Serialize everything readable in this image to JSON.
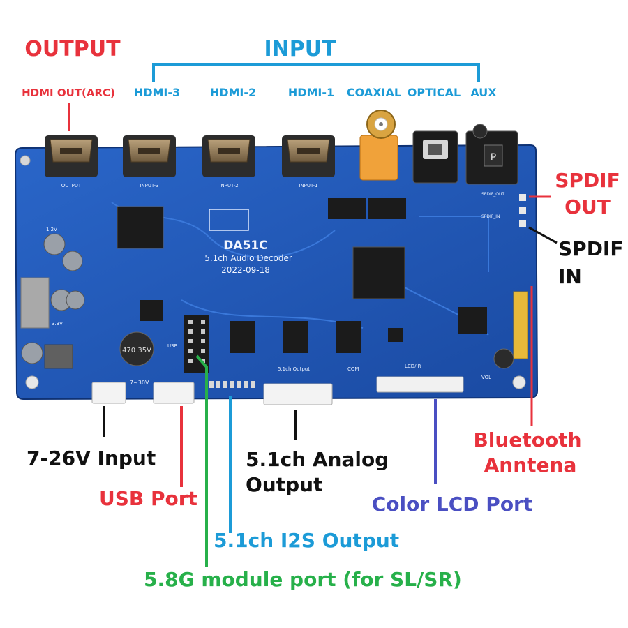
{
  "labels": {
    "output": "OUTPUT",
    "input": "INPUT",
    "hdmi_out": "HDMI OUT(ARC)",
    "hdmi3": "HDMI-3",
    "hdmi2": "HDMI-2",
    "hdmi1": "HDMI-1",
    "coaxial": "COAXIAL",
    "optical": "OPTICAL",
    "aux": "AUX",
    "spdif_out_1": "SPDIF",
    "spdif_out_2": "OUT",
    "spdif_in_1": "SPDIF",
    "spdif_in_2": "IN",
    "power_input": "7-26V Input",
    "usb_port": "USB Port",
    "analog_1": "5.1ch Analog",
    "analog_2": "Output",
    "i2s": "5.1ch I2S Output",
    "module_58g": "5.8G module port  (for SL/SR)",
    "lcd_port": "Color LCD Port",
    "bt_1": "Bluetooth",
    "bt_2": "Anntena"
  },
  "board": {
    "model": "DA51C",
    "subtitle": "5.1ch Audio Decoder",
    "date": "2022-09-18",
    "silk_output": "OUTPUT",
    "silk_input3": "INPUT-3",
    "silk_input2": "INPUT-2",
    "silk_input1": "INPUT-1",
    "silk_usb": "USB",
    "silk_power": "7~30V",
    "silk_51ch_output": "5.1ch Output",
    "silk_com": "COM",
    "silk_lcd": "LCD/IR",
    "silk_vol": "VOL",
    "silk_spdif_out": "SPDIF_OUT",
    "silk_spdif_in": "SPDIF_IN",
    "silk_12v": "1.2V",
    "silk_33v": "3.3V",
    "silk_cap": "470 35V",
    "jack_letter": "P"
  },
  "colors": {
    "red": "#e8323c",
    "blue": "#1c9bd7",
    "black": "#111111",
    "green": "#27b04a",
    "indigo": "#4a4fc2",
    "pcb": "#1f58b8"
  }
}
